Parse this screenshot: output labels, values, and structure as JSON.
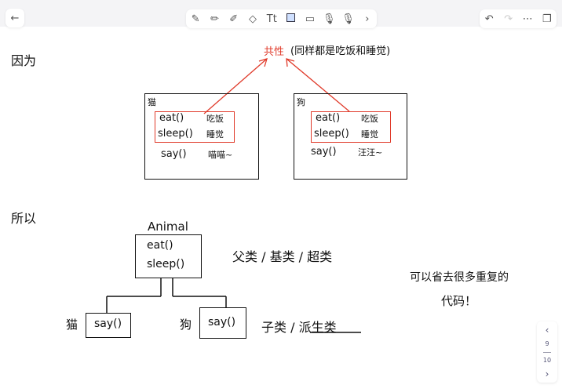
{
  "toolbar": {
    "back_icon": "arrow-left-icon",
    "tools": [
      "pen-icon",
      "pencil-icon",
      "highlighter-icon",
      "eraser-icon",
      "text-icon",
      "lasso-select-icon",
      "image-icon",
      "mic-icon",
      "mic-icon",
      "chevron-right-icon"
    ],
    "text_tool_label": "Tt",
    "undo": "undo-icon",
    "redo": "redo-icon",
    "more": "more-icon",
    "pages": "pages-icon"
  },
  "note": {
    "because": "因为",
    "common": "共性",
    "common_note": "(同样都是吃饭和睡觉)",
    "cat": {
      "title": "猫",
      "eat": "eat()",
      "eat_cn": "吃饭",
      "sleep": "sleep()",
      "sleep_cn": "睡觉",
      "say": "say()",
      "say_cn": "喵喵~"
    },
    "dog": {
      "title": "狗",
      "eat": "eat()",
      "eat_cn": "吃饭",
      "sleep": "sleep()",
      "sleep_cn": "睡觉",
      "say": "say()",
      "say_cn": "汪汪~"
    },
    "so": "所以",
    "animal": {
      "title": "Animal",
      "eat": "eat()",
      "sleep": "sleep()"
    },
    "parent_label": "父类 / 基类 / 超类",
    "child_cat": "猫",
    "child_cat_say": "say()",
    "child_dog": "狗",
    "child_dog_say": "say()",
    "child_label": "子类 / 派生类",
    "conclusion_1": "可以省去很多重复的",
    "conclusion_2": "代码！"
  },
  "pager": {
    "current": "9",
    "total": "10"
  },
  "accent": "#e03a2a"
}
